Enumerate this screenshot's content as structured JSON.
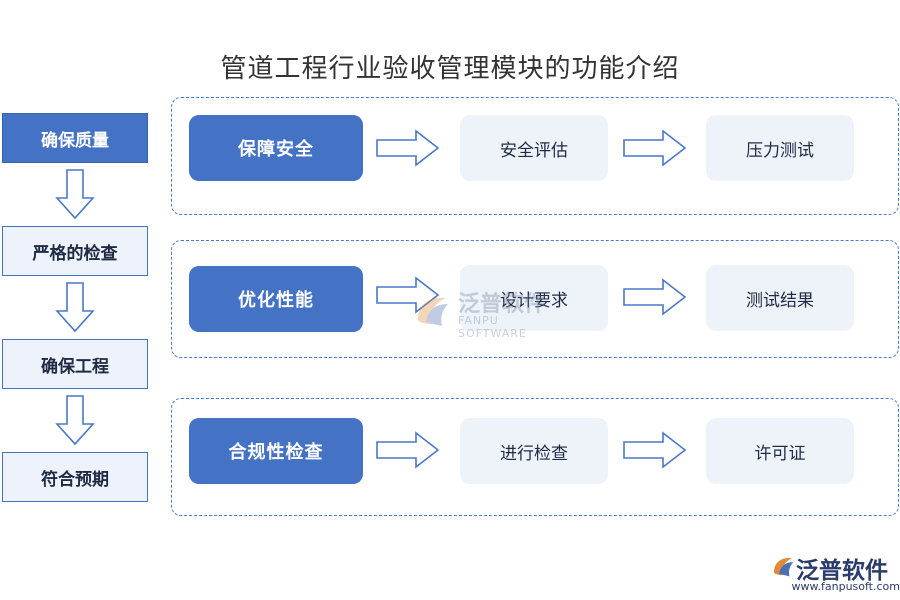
{
  "title": "管道工程行业验收管理模块的功能介绍",
  "steps": [
    {
      "label": "确保质量"
    },
    {
      "label": "严格的检查"
    },
    {
      "label": "确保工程"
    },
    {
      "label": "符合预期"
    }
  ],
  "groups": [
    {
      "main": "保障安全",
      "sub1": "安全评估",
      "sub2": "压力测试"
    },
    {
      "main": "优化性能",
      "sub1": "设计要求",
      "sub2": "测试结果"
    },
    {
      "main": "合规性检查",
      "sub1": "进行检查",
      "sub2": "许可证"
    }
  ],
  "watermark": {
    "name": "泛普软件",
    "sub": "FANPU SOFTWARE"
  },
  "logo": {
    "name": "泛普软件",
    "url": "www.fanpusoft.com"
  },
  "colors": {
    "primary": "#4472c4",
    "light": "#eef3fa",
    "border": "#4a7ad0"
  }
}
